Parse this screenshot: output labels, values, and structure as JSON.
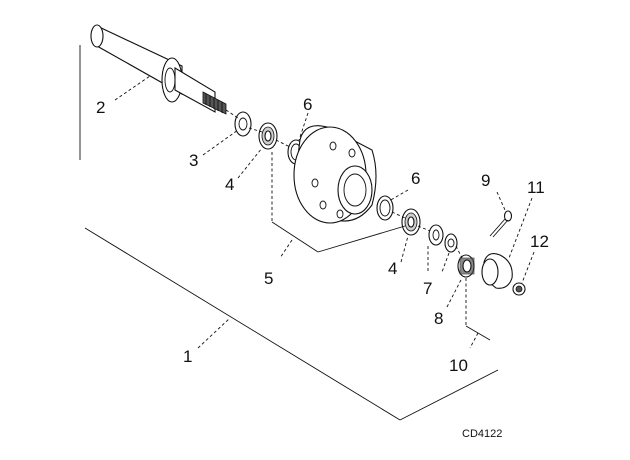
{
  "callouts": {
    "c1": "1",
    "c2": "2",
    "c3": "3",
    "c4a": "4",
    "c4b": "4",
    "c5": "5",
    "c6a": "6",
    "c6b": "6",
    "c7": "7",
    "c8": "8",
    "c9": "9",
    "c10": "10",
    "c11": "11",
    "c12": "12"
  },
  "figure_code": "CD4122"
}
